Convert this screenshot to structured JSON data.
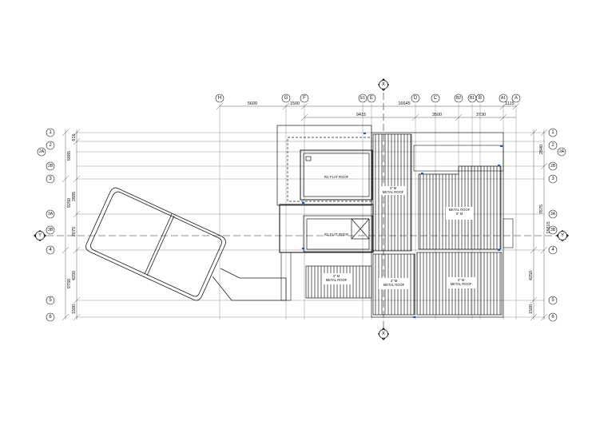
{
  "grid": {
    "vertical": [
      "H",
      "G",
      "F",
      "E1",
      "E",
      "D",
      "C",
      "B2",
      "B1",
      "B",
      "A1",
      "A"
    ],
    "horizontal": [
      "1",
      "2",
      "2A",
      "2B",
      "3",
      "3A",
      "3B",
      "4",
      "5",
      "6"
    ],
    "section_marks": [
      "X",
      "Y"
    ]
  },
  "dimensions": {
    "top_row1": [
      "5600",
      "1500",
      "16645",
      "1115"
    ],
    "top_row2": [
      "9415",
      "3500",
      "3730"
    ],
    "left_outer": [
      "5885",
      "9250",
      "9750"
    ],
    "left_inner": [
      "615",
      "2885",
      "2075",
      "4250",
      "1500"
    ],
    "right_outer": [
      "2840",
      "7675",
      "15615"
    ],
    "right_inner": [
      "4250",
      "1500"
    ]
  },
  "roof_labels": {
    "rc_upper": "RC FLAT ROOF",
    "rc_lower": "RC FLAT ROOF",
    "metal_mid": [
      "3\" M",
      "METAL ROOF"
    ],
    "metal_right": [
      "METAL ROOF",
      "3\" M"
    ],
    "metal_low_left": [
      "3\" M",
      "METAL ROOF"
    ],
    "metal_low_mid": [
      "3\" M",
      "METAL ROOF"
    ],
    "metal_low_right": [
      "3\" M",
      "METAL ROOF"
    ]
  },
  "colors": {
    "line": "#1a1a1a",
    "grid": "#555555",
    "accent": "#1f4fd8"
  }
}
